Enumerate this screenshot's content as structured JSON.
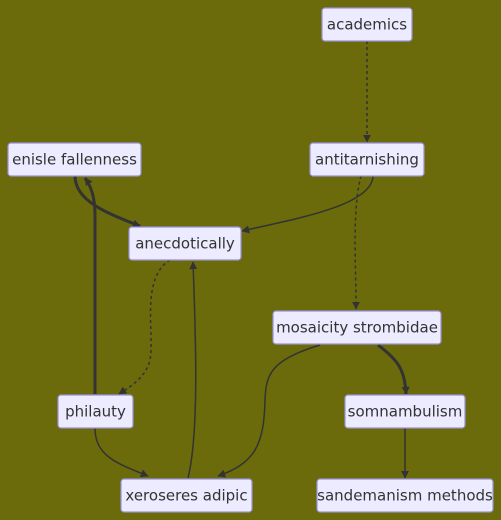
{
  "diagram": {
    "background": "#6b6b0b",
    "node_fill": "#ecebff",
    "node_border": "#9a91d6",
    "edge_color": "#333333",
    "nodes": [
      {
        "id": "academics",
        "label": "academics"
      },
      {
        "id": "antitarnishing",
        "label": "antitarnishing"
      },
      {
        "id": "enisle",
        "label": "enisle fallenness"
      },
      {
        "id": "anecdotically",
        "label": "anecdotically"
      },
      {
        "id": "mosaicity",
        "label": "mosaicity strombidae"
      },
      {
        "id": "philauty",
        "label": "philauty"
      },
      {
        "id": "somnambulism",
        "label": "somnambulism"
      },
      {
        "id": "xeroseres",
        "label": "xeroseres adipic"
      },
      {
        "id": "sandemanism",
        "label": "sandemanism methods"
      }
    ],
    "edges": [
      {
        "from": "academics",
        "to": "antitarnishing",
        "style": "dotted"
      },
      {
        "from": "antitarnishing",
        "to": "anecdotically",
        "style": "normal"
      },
      {
        "from": "antitarnishing",
        "to": "mosaicity",
        "style": "dotted"
      },
      {
        "from": "enisle",
        "to": "anecdotically",
        "style": "thick"
      },
      {
        "from": "anecdotically",
        "to": "philauty",
        "style": "dotted"
      },
      {
        "from": "philauty",
        "to": "enisle",
        "style": "thick"
      },
      {
        "from": "philauty",
        "to": "xeroseres",
        "style": "normal"
      },
      {
        "from": "xeroseres",
        "to": "anecdotically",
        "style": "normal"
      },
      {
        "from": "mosaicity",
        "to": "xeroseres",
        "style": "normal"
      },
      {
        "from": "mosaicity",
        "to": "somnambulism",
        "style": "thick"
      },
      {
        "from": "somnambulism",
        "to": "sandemanism",
        "style": "normal"
      }
    ]
  }
}
